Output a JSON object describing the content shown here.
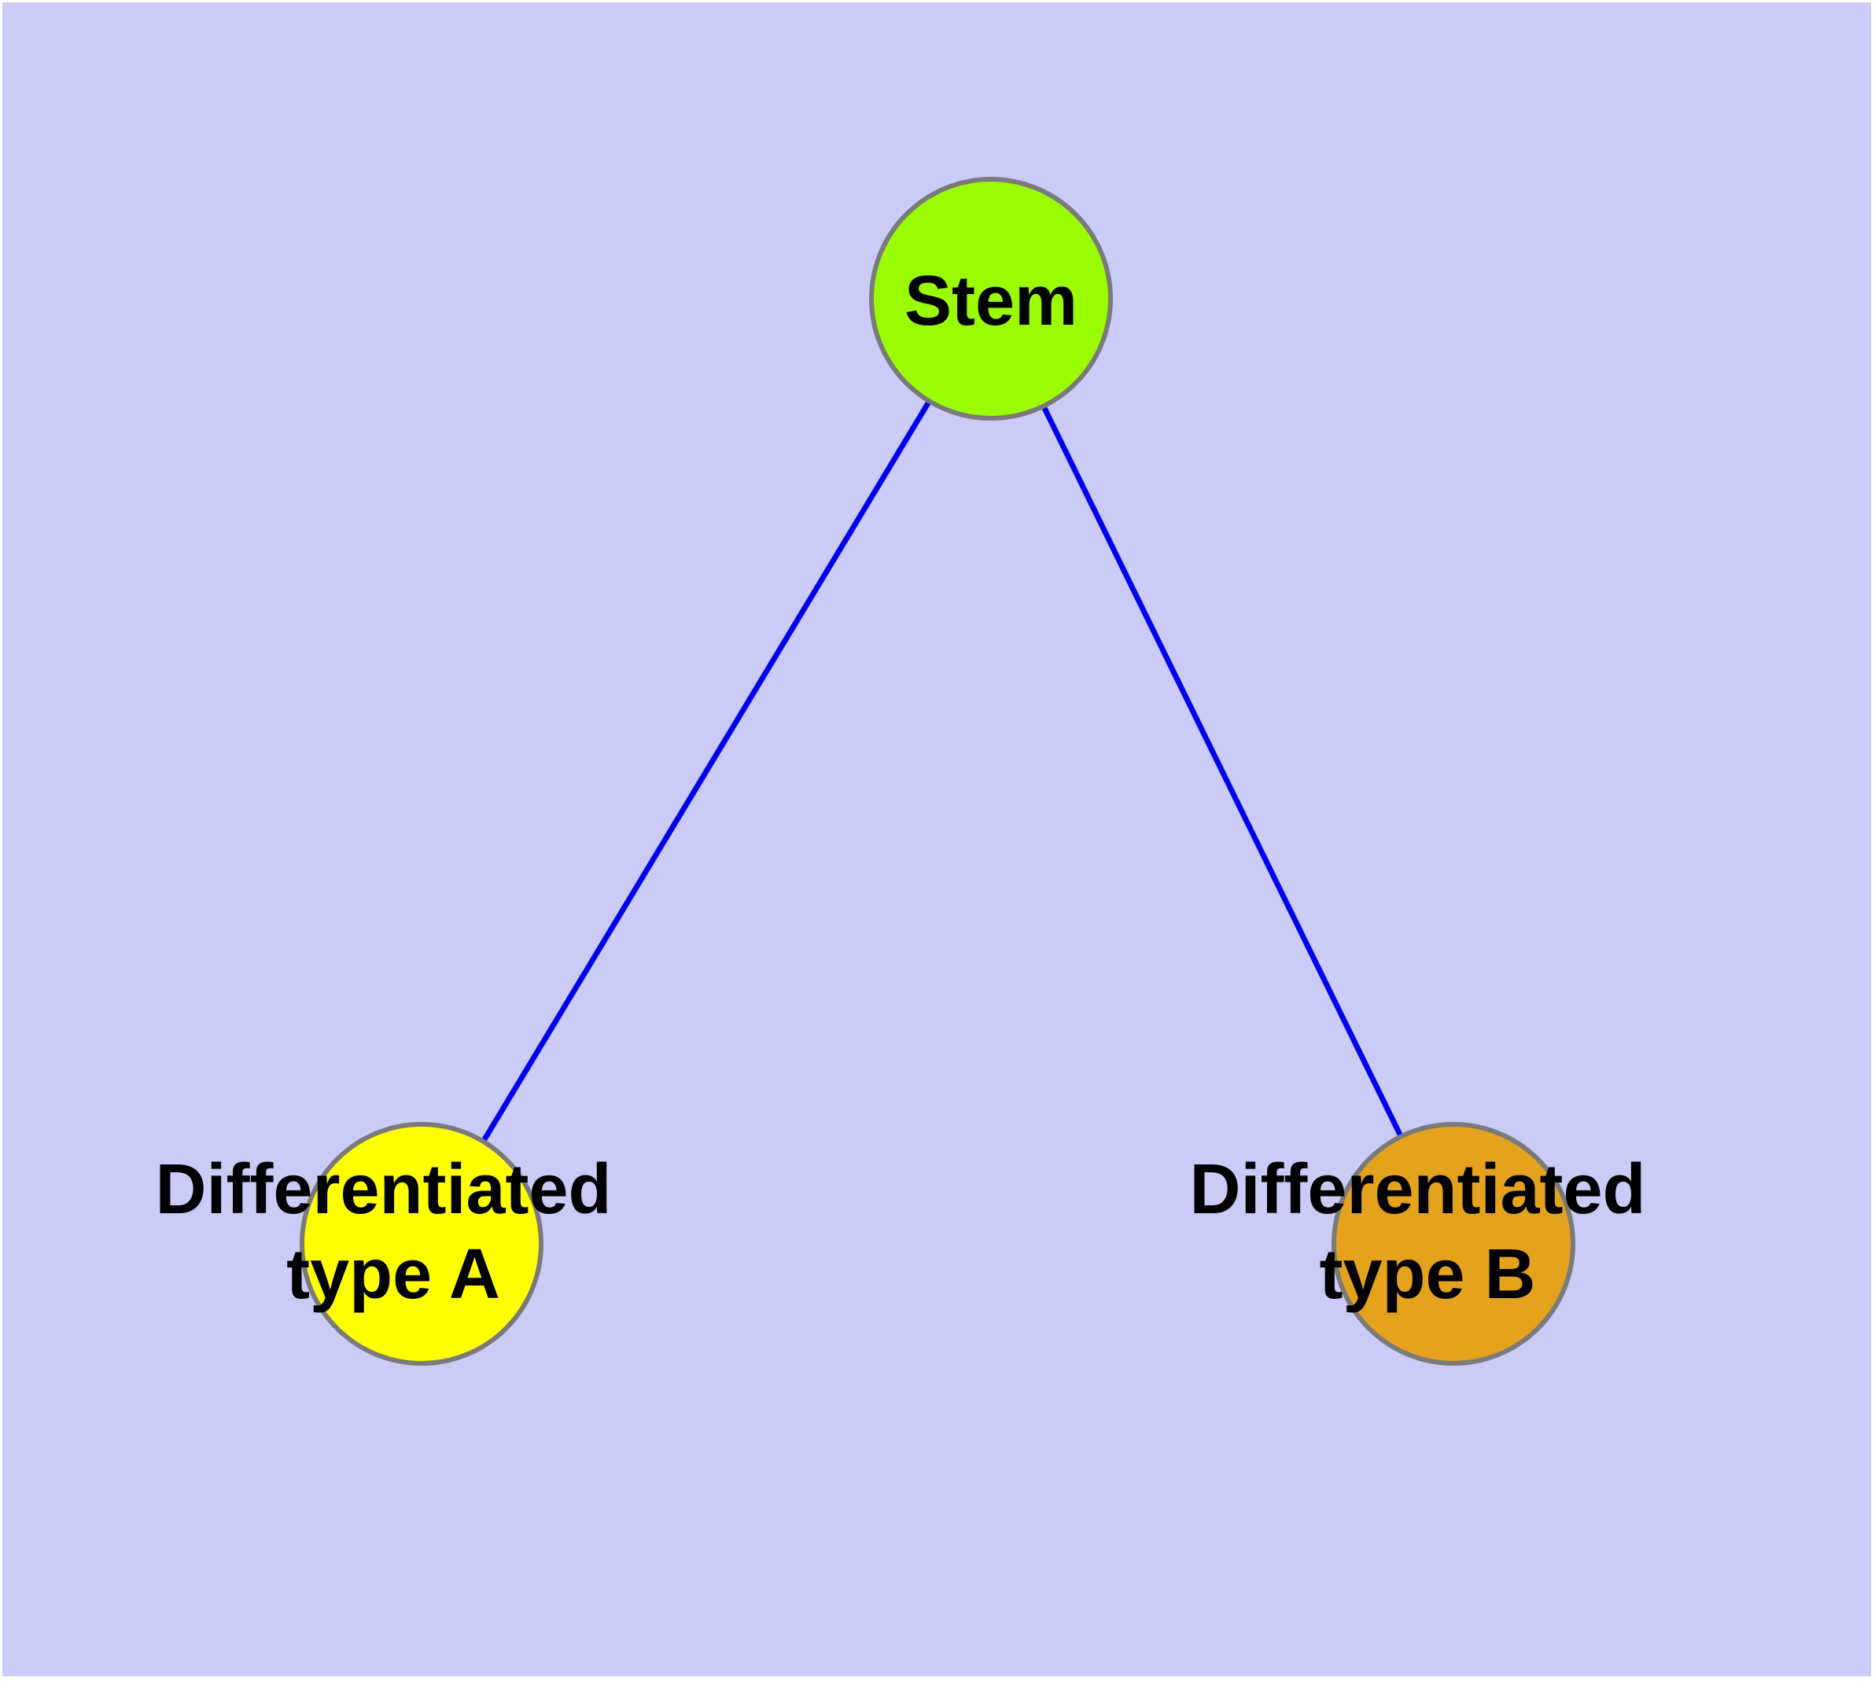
{
  "figure": {
    "background_color": "#CBCBF8",
    "frame_color": "#FFFFFF"
  },
  "diagram": {
    "type": "node-link-graph",
    "description": "Stem cell differentiation tree: one stem node with two differentiated child types",
    "edge_color": "#0000EE",
    "edge_width": 7,
    "node_border_color": "#7A7A7A",
    "nodes": {
      "stem": {
        "label": "Stem",
        "fill": "#9BFB00"
      },
      "type_a": {
        "label": "Differentiated type A",
        "lines": [
          "Differentiated",
          "type A"
        ],
        "fill": "#FFFF00"
      },
      "type_b": {
        "label": "Differentiated type B",
        "lines": [
          "Differentiated",
          "type B"
        ],
        "fill": "#E5A21D"
      }
    },
    "edges": [
      {
        "from": "Stem",
        "to": "Differentiated type A"
      },
      {
        "from": "Stem",
        "to": "Differentiated type B"
      }
    ]
  }
}
